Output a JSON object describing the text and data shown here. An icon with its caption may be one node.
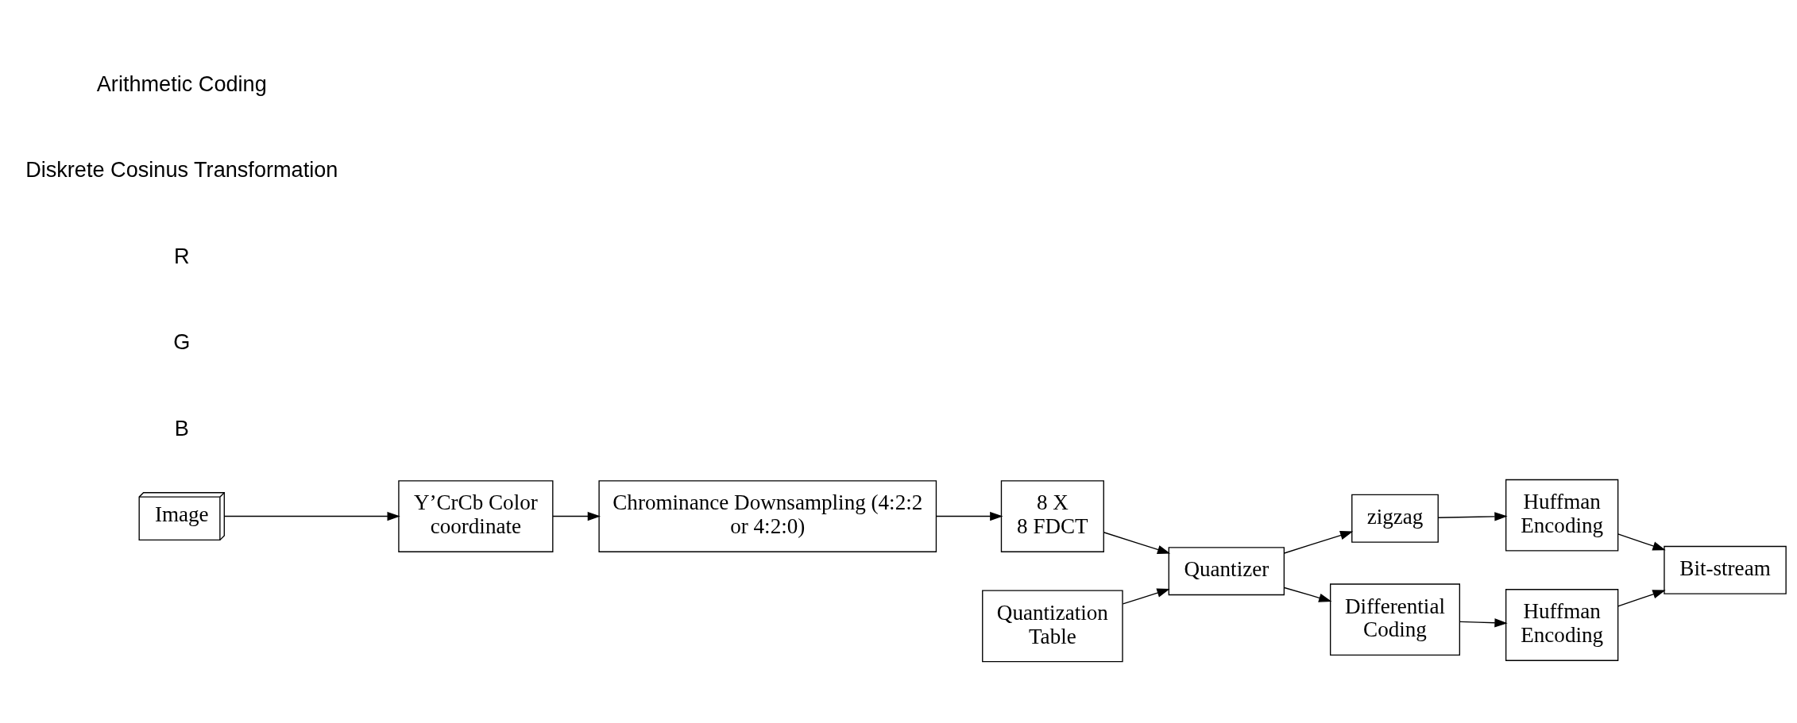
{
  "diagram": {
    "nodes": [
      {
        "text": [
          "Image"
        ]
      },
      {
        "text": [
          "Y’CrCb Color coordinate"
        ]
      },
      {
        "text": [
          "Chrominance Downsampling (4:2:2 or 4:2:0)"
        ]
      },
      {
        "text": [
          "8 X 8 FDCT"
        ]
      },
      {
        "text": [
          "Quantizer"
        ]
      },
      {
        "text": [
          "Quantization Table"
        ]
      },
      {
        "text": [
          "zigzag"
        ]
      },
      {
        "text": [
          "Huffman Encoding"
        ]
      },
      {
        "text": [
          "Differential Coding"
        ]
      },
      {
        "text": [
          "Huffman Encoding"
        ]
      },
      {
        "text": [
          "Bit-stream"
        ]
      }
    ],
    "edges": [
      {
        "from": 0,
        "to": 1,
        "arrow": "to"
      },
      {
        "from": 1,
        "to": 2,
        "arrow": "to"
      },
      {
        "from": 2,
        "to": 3,
        "arrow": "to"
      },
      {
        "from": 3,
        "to": 4,
        "arrow": "to"
      },
      {
        "from": 5,
        "to": 4,
        "arrow": "to"
      },
      {
        "from": 4,
        "to": 6,
        "arrow": "to"
      },
      {
        "from": 4,
        "to": 8,
        "arrow": "to"
      },
      {
        "from": 6,
        "to": 7,
        "arrow": "to"
      },
      {
        "from": 8,
        "to": 9,
        "arrow": "to"
      },
      {
        "from": 7,
        "to": 10,
        "arrow": "to"
      },
      {
        "from": 9,
        "to": 10,
        "arrow": "to"
      }
    ],
    "labels": [
      "B",
      "G",
      "R",
      "Diskrete Cosinus Transformation",
      "Arithmetic Coding"
    ]
  }
}
